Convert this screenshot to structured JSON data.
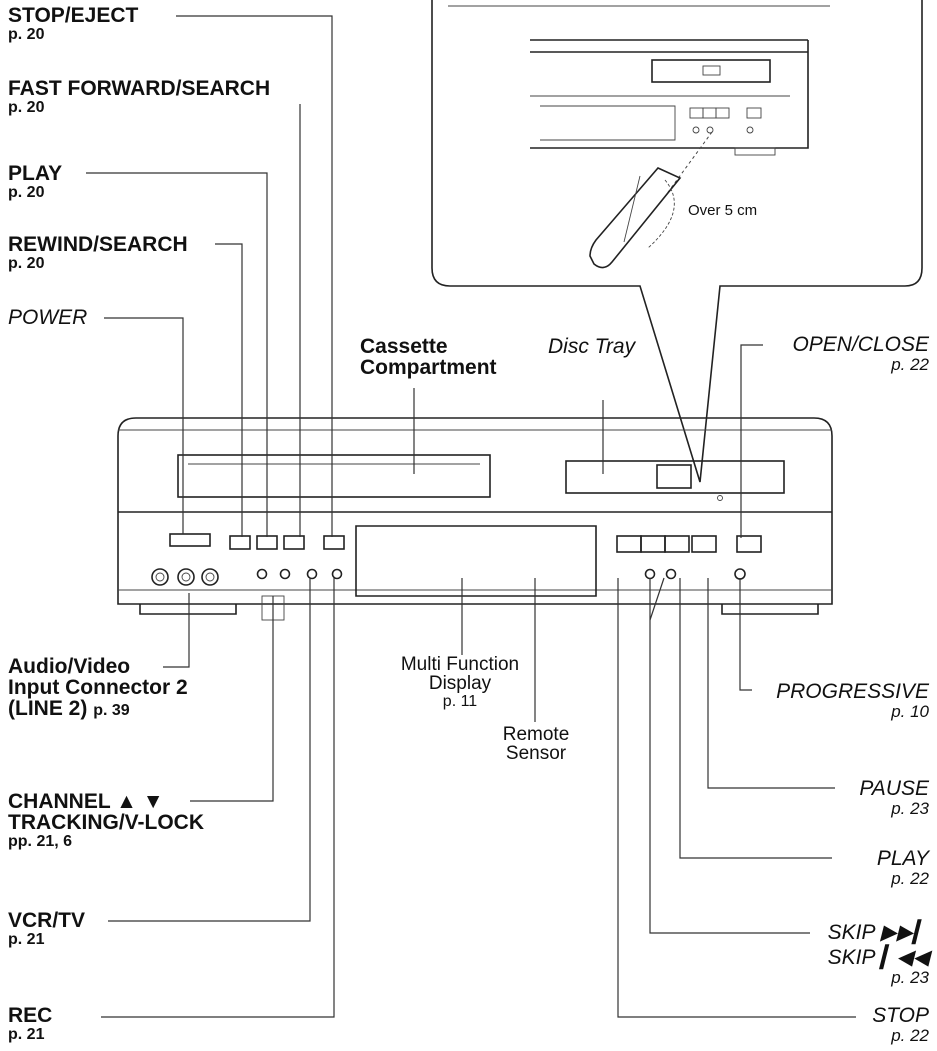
{
  "labels": {
    "stop_eject": {
      "title": "STOP/EJECT",
      "page": "p. 20"
    },
    "fast_forward": {
      "title": "FAST FORWARD/SEARCH",
      "page": "p. 20"
    },
    "play_left": {
      "title": "PLAY",
      "page": "p. 20"
    },
    "rewind": {
      "title": "REWIND/SEARCH",
      "page": "p. 20"
    },
    "power": {
      "title": "POWER"
    },
    "audio_video": {
      "line1": "Audio/Video",
      "line2": "Input Connector 2",
      "line3": "(LINE 2)",
      "page": "p. 39"
    },
    "channel": {
      "line1": "CHANNEL ▲ ▼",
      "line2": "TRACKING/V-LOCK",
      "page": "pp. 21, 6"
    },
    "vcr_tv": {
      "title": "VCR/TV",
      "page": "p. 21"
    },
    "rec": {
      "title": "REC",
      "page": "p. 21"
    },
    "cassette": {
      "line1": "Cassette",
      "line2": "Compartment"
    },
    "disc_tray": {
      "title": "Disc Tray"
    },
    "open_close": {
      "title": "OPEN/CLOSE",
      "page": "p. 22"
    },
    "multi_display": {
      "line1": "Multi Function",
      "line2": "Display",
      "page": "p. 11"
    },
    "remote_sensor": {
      "line1": "Remote",
      "line2": "Sensor"
    },
    "progressive": {
      "title": "PROGRESSIVE",
      "page": "p. 10"
    },
    "pause": {
      "title": "PAUSE",
      "page": "p. 23"
    },
    "play_right": {
      "title": "PLAY",
      "page": "p. 22"
    },
    "skip": {
      "line1": "SKIP ▶▶▎",
      "line2": "SKIP ▎◀◀",
      "page": "p. 23"
    },
    "stop": {
      "title": "STOP",
      "page": "p. 22"
    }
  },
  "inset": {
    "distance": "Over 5 cm"
  }
}
